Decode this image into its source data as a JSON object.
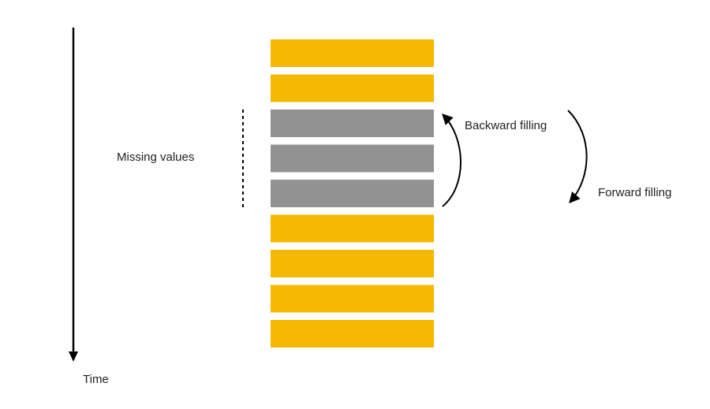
{
  "labels": {
    "time": "Time",
    "missing_values": "Missing values",
    "backward_filling": "Backward filling",
    "forward_filling": "Forward filling"
  },
  "rows": [
    {
      "status": "observed"
    },
    {
      "status": "observed"
    },
    {
      "status": "missing"
    },
    {
      "status": "missing"
    },
    {
      "status": "missing"
    },
    {
      "status": "observed"
    },
    {
      "status": "observed"
    },
    {
      "status": "observed"
    },
    {
      "status": "observed"
    }
  ],
  "colors": {
    "observed": "#F5B800",
    "missing": "#929292",
    "line": "#000000",
    "text": "#222222",
    "background": "#FFFFFF"
  },
  "icons": {
    "time_axis": "down-arrow-icon",
    "backward_arrow": "curved-up-arrow-icon",
    "forward_arrow": "curved-down-arrow-icon",
    "missing_bracket": "dashed-line"
  }
}
